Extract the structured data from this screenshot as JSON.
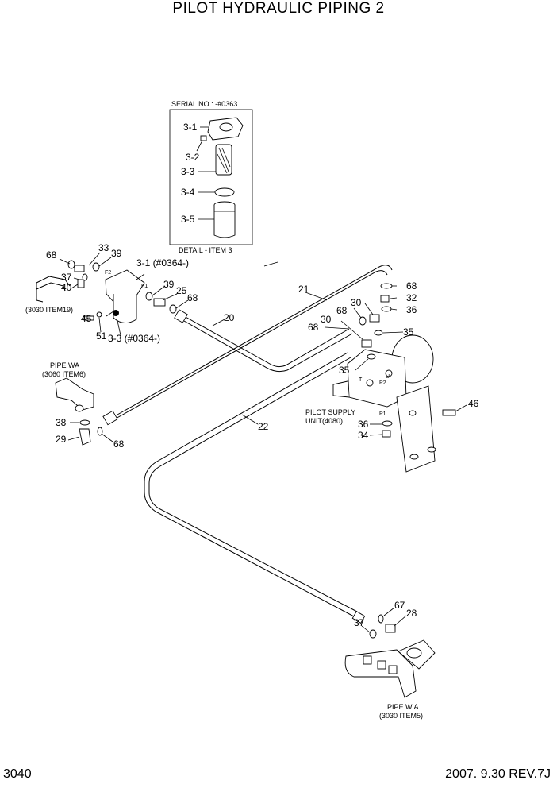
{
  "title": "PILOT HYDRAULIC PIPING 2",
  "page_number": "3040",
  "revision": "2007. 9.30  REV.7J",
  "detail": {
    "serial": "SERIAL NO : -#0363",
    "caption": "DETAIL - ITEM 3",
    "labels": [
      "3-1",
      "3-2",
      "3-3",
      "3-4",
      "3-5"
    ]
  },
  "part_labels": {
    "p68a": "68",
    "p33": "33",
    "p39a": "39",
    "p3_1": "3-1 (#0364-)",
    "p37a": "37",
    "p40": "40",
    "p39b": "39",
    "p25": "25",
    "p68b": "68",
    "p20": "20",
    "p45": "45",
    "p51": "51",
    "p3_3": "3-3 (#0364-)",
    "p21": "21",
    "p68c": "68",
    "p32": "32",
    "p36a": "36",
    "p30a": "30",
    "p68d": "68",
    "p68e": "68",
    "p30b": "30",
    "p35a": "35",
    "p35b": "35",
    "p46": "46",
    "p36b": "36",
    "p34": "34",
    "p22": "22",
    "p38": "38",
    "p29": "29",
    "p68f": "68",
    "p67": "67",
    "p28": "28",
    "p37b": "37"
  },
  "annotations": {
    "pipe_3030_19": "(3030 ITEM19)",
    "pipe_wa_title": "PIPE WA",
    "pipe_wa_ref": "(3060 ITEM6)",
    "pilot_supply_1": "PILOT SUPPLY",
    "pilot_supply_2": "UNIT(4080)",
    "pipe_wa2_title": "PIPE W.A",
    "pipe_wa2_ref": "(3030 ITEM5)",
    "port_f1": "F1",
    "port_f2": "F2",
    "port_t": "T",
    "port_p2": "P2",
    "port_p1": "P1",
    "port_u": "U"
  }
}
